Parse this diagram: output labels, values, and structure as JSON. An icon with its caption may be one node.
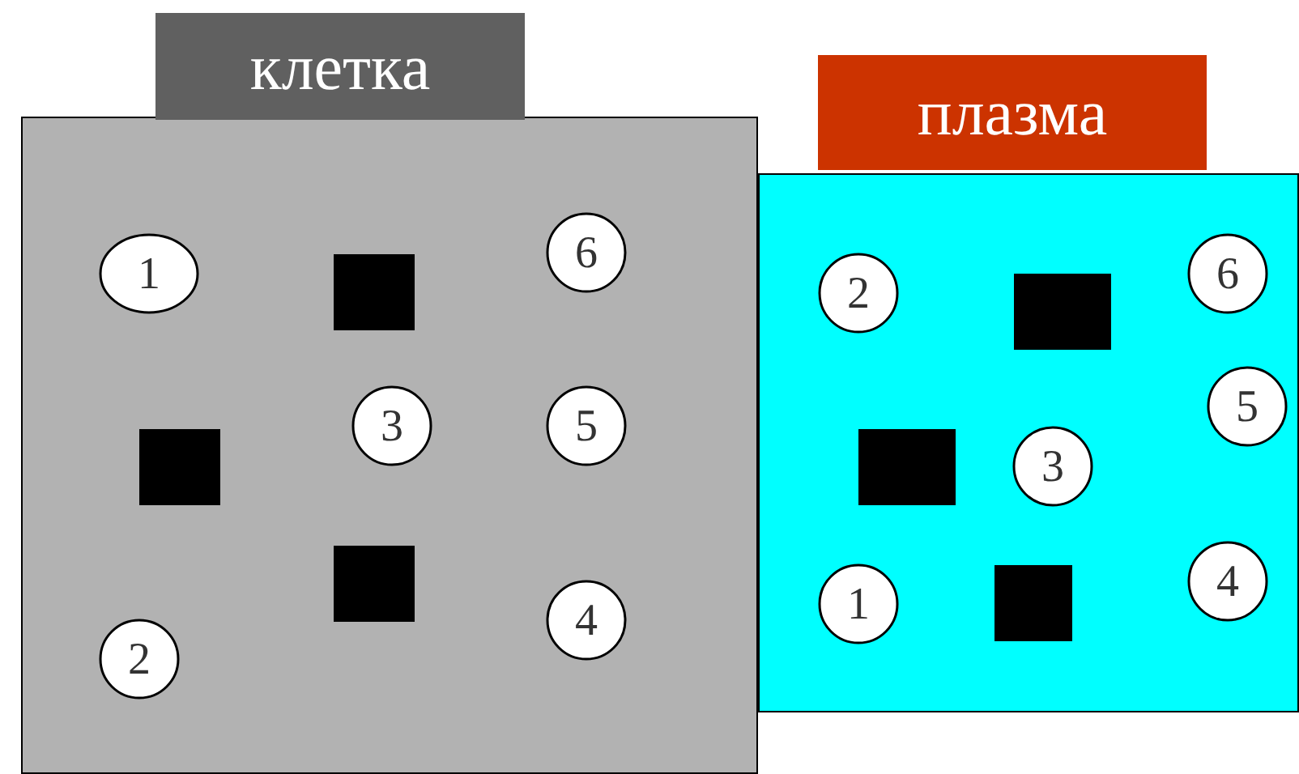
{
  "diagram": {
    "nodes": [
      {
        "text": [
          "клетка"
        ]
      },
      {
        "text": [
          "1"
        ],
        "in": 0
      },
      {
        "text": [],
        "shape": "box",
        "in": 0
      },
      {
        "text": [
          "6"
        ],
        "in": 0
      },
      {
        "text": [],
        "shape": "box",
        "in": 0
      },
      {
        "text": [
          "3"
        ],
        "in": 0
      },
      {
        "text": [
          "5"
        ],
        "in": 0
      },
      {
        "text": [],
        "shape": "box",
        "in": 0
      },
      {
        "text": [
          "4"
        ],
        "in": 0
      },
      {
        "text": [
          "2"
        ],
        "in": 0
      },
      {
        "text": [
          "плазма"
        ]
      },
      {
        "text": [
          "2"
        ],
        "in": 10
      },
      {
        "text": [],
        "shape": "box",
        "in": 10
      },
      {
        "text": [
          "6"
        ],
        "in": 10
      },
      {
        "text": [
          "5"
        ],
        "in": 10
      },
      {
        "text": [],
        "shape": "box",
        "in": 10
      },
      {
        "text": [
          "3"
        ],
        "in": 10
      },
      {
        "text": [
          "1"
        ],
        "in": 10
      },
      {
        "text": [],
        "shape": "box",
        "in": 10
      },
      {
        "text": [
          "4"
        ],
        "in": 10
      }
    ]
  }
}
